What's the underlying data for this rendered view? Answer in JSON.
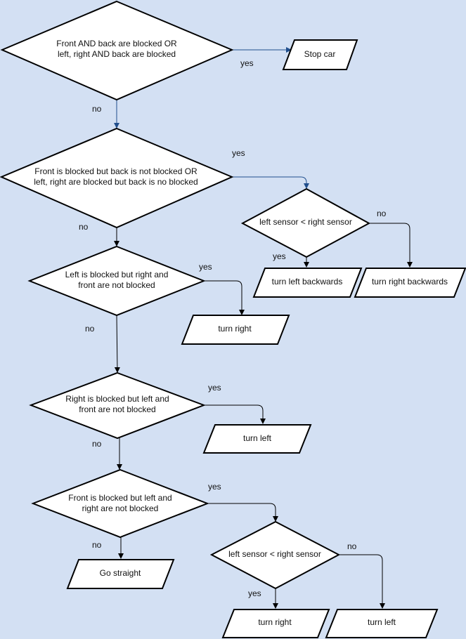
{
  "colors": {
    "background": "#d3e0f3",
    "shape_fill": "#ffffff",
    "shape_stroke": "#000000",
    "top_arrow": "#1f4e8c"
  },
  "d1": {
    "line1": "Front AND back are blocked OR",
    "line2": "left, right AND back are blocked"
  },
  "stop": {
    "label": "Stop car"
  },
  "d2": {
    "line1": "Front is blocked but back is not blocked OR",
    "line2": "left, right are blocked but back is no blocked"
  },
  "d2a": {
    "label": "left sensor < right sensor"
  },
  "turn_left_backwards": {
    "label": "turn left backwards"
  },
  "turn_right_backwards": {
    "label": "turn right backwards"
  },
  "d3": {
    "line1": "Left is blocked but right and",
    "line2": "front are not blocked"
  },
  "turn_right_1": {
    "label": "turn right"
  },
  "d4": {
    "line1": "Right is blocked but left and",
    "line2": "front are not blocked"
  },
  "turn_left_1": {
    "label": "turn left"
  },
  "d5": {
    "line1": "Front is blocked but left and",
    "line2": "right are not blocked"
  },
  "go_straight": {
    "label": "Go straight"
  },
  "d5a": {
    "label": "left sensor < right sensor"
  },
  "turn_right_2": {
    "label": "turn right"
  },
  "turn_left_2": {
    "label": "turn left"
  },
  "edge_labels": {
    "yes": "yes",
    "no": "no"
  }
}
